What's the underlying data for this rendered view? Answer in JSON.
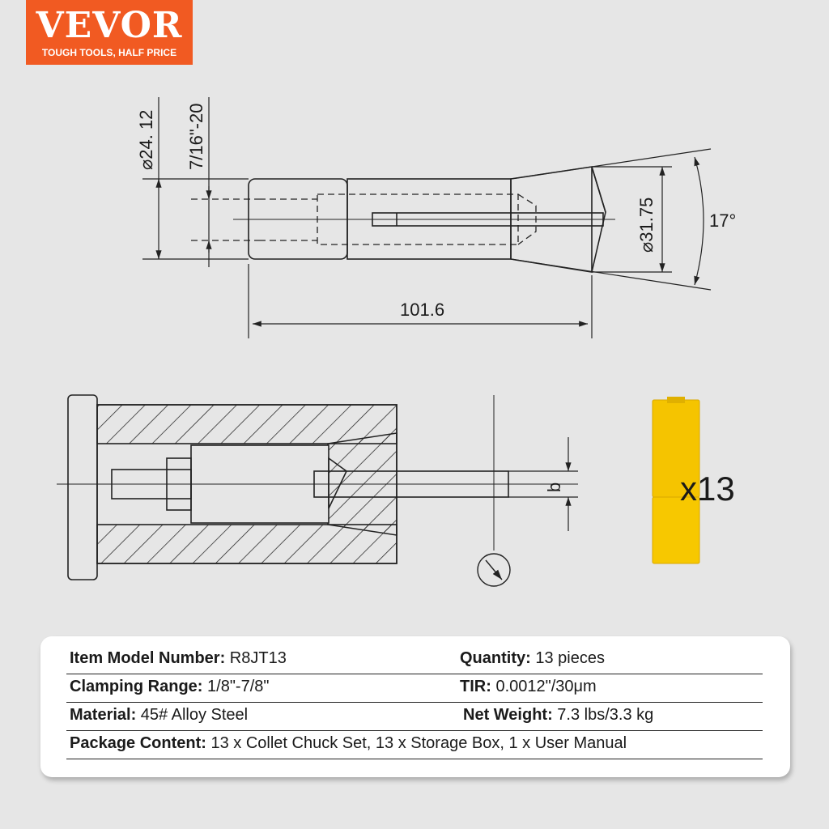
{
  "brand": {
    "name": "VEVOR",
    "tagline": "TOUGH TOOLS, HALF PRICE",
    "color": "#f15a22"
  },
  "dimensions": {
    "diameter_left": "24. 12",
    "thread": "7/16\"-20",
    "diameter_right": "31.75",
    "angle": "17°",
    "length": "101.6",
    "b_label": "b"
  },
  "quantity_label": "x13",
  "box_color": "#f5c400",
  "specs": {
    "model_label": "Item Model Number:",
    "model_value": " R8JT13",
    "quantity_label": "Quantity:",
    "quantity_value": " 13 pieces",
    "clamp_label": "Clamping Range:",
    "clamp_value": " 1/8\"-7/8\"",
    "tir_label": "TIR:",
    "tir_value": " 0.0012\"/30μm",
    "material_label": "Material:",
    "material_value": " 45# Alloy Steel",
    "weight_label": "Net Weight:",
    "weight_value": " 7.3 lbs/3.3 kg",
    "package_label": "Package Content:",
    "package_value": " 13 x Collet Chuck Set, 13 x Storage Box, 1 x User Manual"
  }
}
